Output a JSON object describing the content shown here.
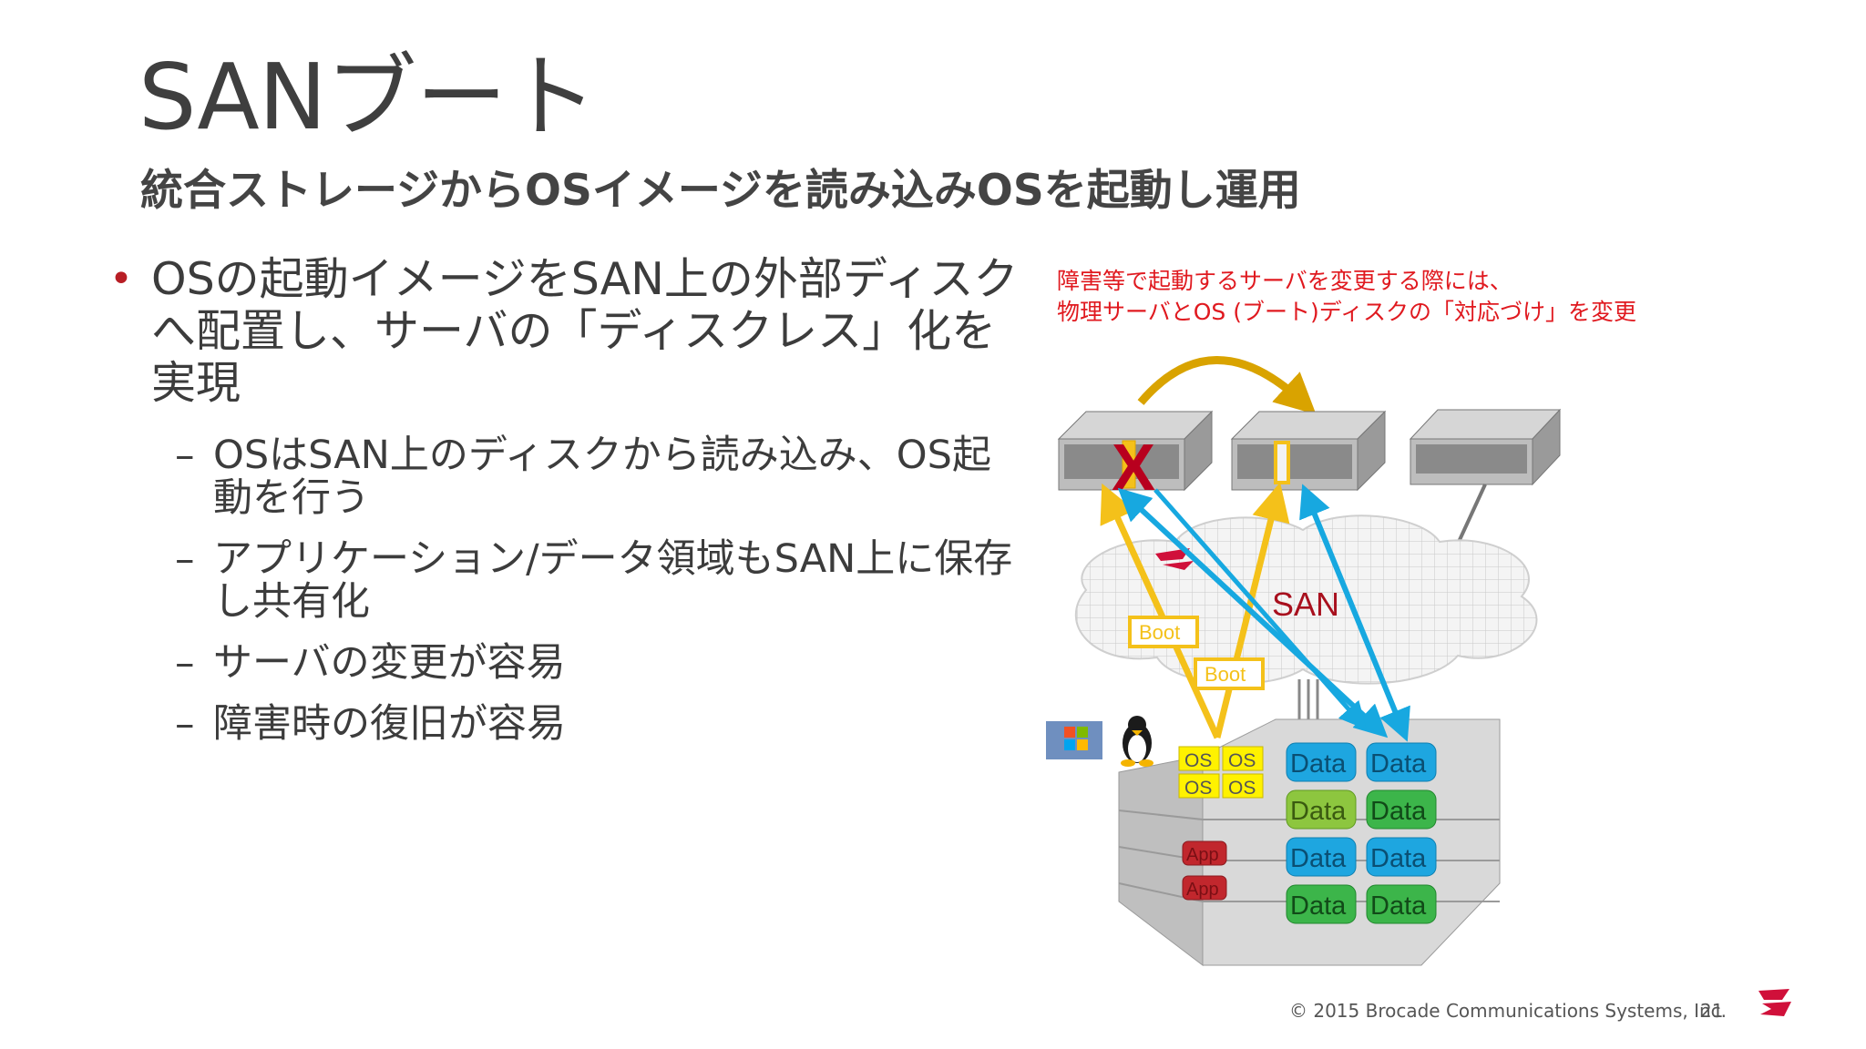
{
  "slide": {
    "title": "SANブート",
    "subtitle": "統合ストレージからOSイメージを読み込みOSを起動し運用"
  },
  "bullets": {
    "marker": "•",
    "main": "OSの起動イメージをSAN上の外部ディスクへ配置し、サーバの「ディスクレス」化を実現",
    "dash": "–",
    "sub": [
      "OSはSAN上のディスクから読み込み、OS起動を行う",
      "アプリケーション/データ領域もSAN上に保存し共有化",
      "サーバの変更が容易",
      "障害時の復旧が容易"
    ]
  },
  "diagram": {
    "note_line1": "障害等で起動するサーバを変更する際には、",
    "note_line2": "物理サーバとOS (ブート)ディスクの「対応づけ」を変更",
    "failed_mark": "X",
    "san_label": "SAN",
    "boot_label_1": "Boot",
    "boot_label_2": "Boot",
    "os_labels": [
      "OS",
      "OS",
      "OS",
      "OS"
    ],
    "app_labels": [
      "App",
      "App"
    ],
    "data_labels": [
      "Data",
      "Data",
      "Data",
      "Data",
      "Data",
      "Data",
      "Data",
      "Data"
    ],
    "colors": {
      "accent_red": "#e0191f",
      "boot_yellow": "#f4c11a",
      "arrow_blue": "#17a8e0",
      "swap_arrow": "#d9a300",
      "data_blue": "#1ea6e0",
      "data_green_light": "#8dc63f",
      "data_green": "#3cb54a",
      "os_yellow": "#fff200",
      "app_red": "#c1272d"
    }
  },
  "footer": {
    "copyright": "© 2015 Brocade Communications Systems, Inc.",
    "page_number": "21"
  }
}
